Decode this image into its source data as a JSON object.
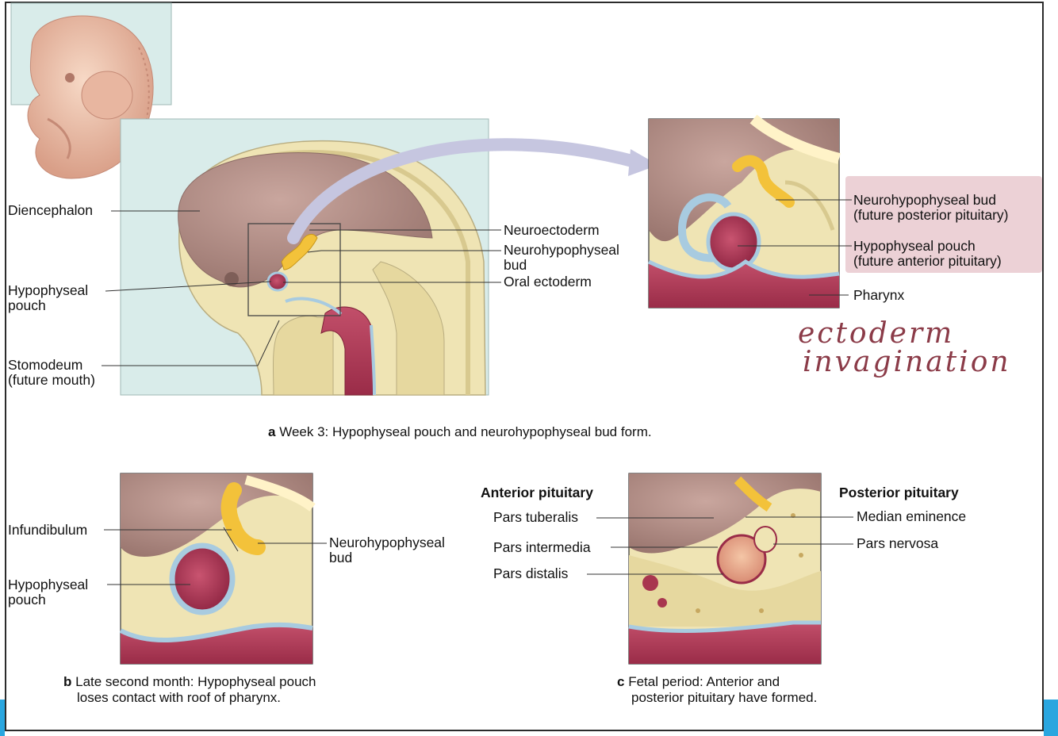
{
  "panel_a": {
    "labels": {
      "diencephalon": "Diencephalon",
      "hypophyseal_pouch_1": "Hypophyseal",
      "hypophyseal_pouch_2": "pouch",
      "stomodeum_1": "Stomodeum",
      "stomodeum_2": "(future mouth)",
      "neuroectoderm": "Neuroectoderm",
      "neurohypophyseal_1": "Neurohypophyseal",
      "neurohypophyseal_2": "bud",
      "oral_ectoderm": "Oral ectoderm"
    },
    "caption_letter": "a",
    "caption": "Week 3: Hypophyseal pouch and neurohypophyseal bud form."
  },
  "panel_a_zoom": {
    "labels": {
      "neuro_bud_1": "Neurohypophyseal bud",
      "neuro_bud_2": "(future posterior pituitary)",
      "hypo_pouch_1": "Hypophyseal pouch",
      "hypo_pouch_2": "(future anterior pituitary)",
      "pharynx": "Pharynx"
    }
  },
  "annotation": {
    "line1": "ectoderm",
    "line2": "invagination"
  },
  "panel_b": {
    "labels": {
      "infundibulum": "Infundibulum",
      "hypophyseal_1": "Hypophyseal",
      "hypophyseal_2": "pouch",
      "neuro_bud_1": "Neurohypophyseal",
      "neuro_bud_2": "bud"
    },
    "caption_letter": "b",
    "caption_1": "Late second month: Hypophyseal pouch",
    "caption_2": "loses contact with roof of pharynx."
  },
  "panel_c": {
    "headings": {
      "anterior": "Anterior pituitary",
      "posterior": "Posterior pituitary"
    },
    "labels": {
      "pars_tuberalis": "Pars tuberalis",
      "pars_intermedia": "Pars intermedia",
      "pars_distalis": "Pars distalis",
      "median_eminence": "Median eminence",
      "pars_nervosa": "Pars nervosa"
    },
    "caption_letter": "c",
    "caption_1": "Fetal period: Anterior and",
    "caption_2": "posterior pituitary have formed."
  },
  "colors": {
    "tissue_tan": "#efe4b4",
    "brain_mauve": "#b69189",
    "lumen_pink": "#b8405c",
    "bud_yellow": "#f3c23a",
    "panel_bg": "#d9ecea",
    "highlight": "#e9c9cf",
    "handwriting": "#8b3b48"
  }
}
